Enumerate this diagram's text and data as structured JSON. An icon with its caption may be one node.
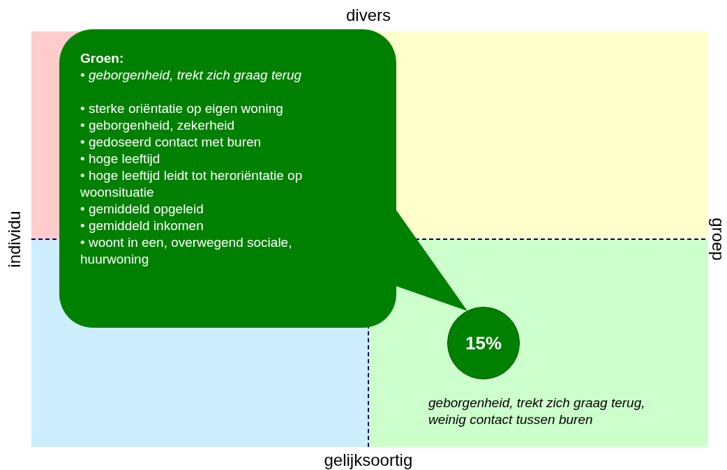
{
  "diagram": {
    "nodes": [
      {
        "text": [
          "Groen:",
          "• geborgenheid, trekt zich graag terug",
          "• sterke oriëntatie op eigen woning",
          "• geborgenheid, zekerheid",
          "• gedoseerd contact met buren",
          "• hoge leeftijd",
          "• hoge leeftijd leidt tot heroriëntatie op woonsituatie",
          "• gemiddeld opgeleid",
          "• gemiddeld inkomen",
          "• woont in een, overwegend sociale, huurwoning"
        ]
      },
      {
        "text": [
          "15%"
        ],
        "beside": [
          "geborgenheid, trekt zich graag terug, weinig contact tussen buren"
        ]
      }
    ],
    "edges": [
      {
        "from": 0,
        "to": 1,
        "arrow": "to"
      }
    ],
    "labels": [
      "divers",
      "individu",
      "groep",
      "gelijksoortig"
    ]
  }
}
